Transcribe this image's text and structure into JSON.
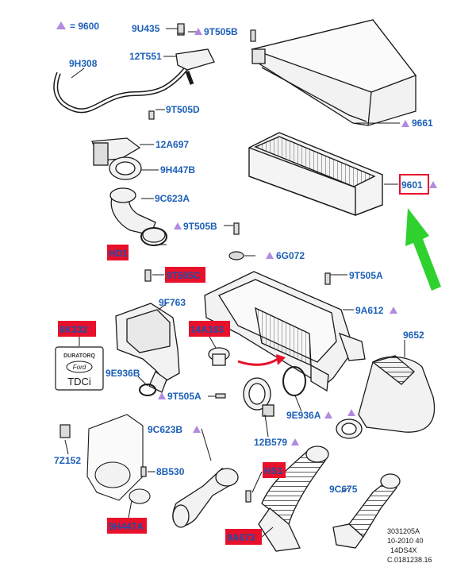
{
  "legend": {
    "symbol": "▲",
    "equals": "= 9600"
  },
  "colors": {
    "label_blue": "#1c5fb8",
    "triangle": "#b28ae0",
    "highlight_fill": "#e8102a",
    "highlight_text": "#1c4fa8",
    "arrow_green": "#2fd12f",
    "line": "#1a1a1a",
    "part_fill": "#f2f2f2"
  },
  "labels": {
    "p9U435": "9U435",
    "p9T505B_top": "9T505B",
    "p9H308": "9H308",
    "p12T551": "12T551",
    "p9T505D": "9T505D",
    "p12A697": "12A697",
    "p9H447B": "9H447B",
    "p9661": "9661",
    "p9C623A": "9C623A",
    "p9601": "9601",
    "p9T505B_mid": "9T505B",
    "pHD1": "HD1",
    "p6G072": "6G072",
    "p9T505C": "9T505C",
    "p9T505A_right": "9T505A",
    "p9F763": "9F763",
    "p9A612": "9A612",
    "p6K332": "6K332",
    "p14A163": "14A163",
    "p9652": "9652",
    "p9E936B": "9E936B",
    "p9T505A_low": "9T505A",
    "p9E936A": "9E936A",
    "p9C623B": "9C623B",
    "p12B579": "12B579",
    "p7Z152": "7Z152",
    "p8B530": "8B530",
    "pHS1": "HS1",
    "p9C675": "9C675",
    "p9H447A": "9H447A",
    "p9A673": "9A673"
  },
  "emblem": {
    "line1": "DURATORQ",
    "line2": "Ford",
    "line3": "TDCi"
  },
  "ref": {
    "line1": "3031205A",
    "line2": "10-2010 40",
    "line3": "14DS4X",
    "line4": "C.0181238.16"
  }
}
